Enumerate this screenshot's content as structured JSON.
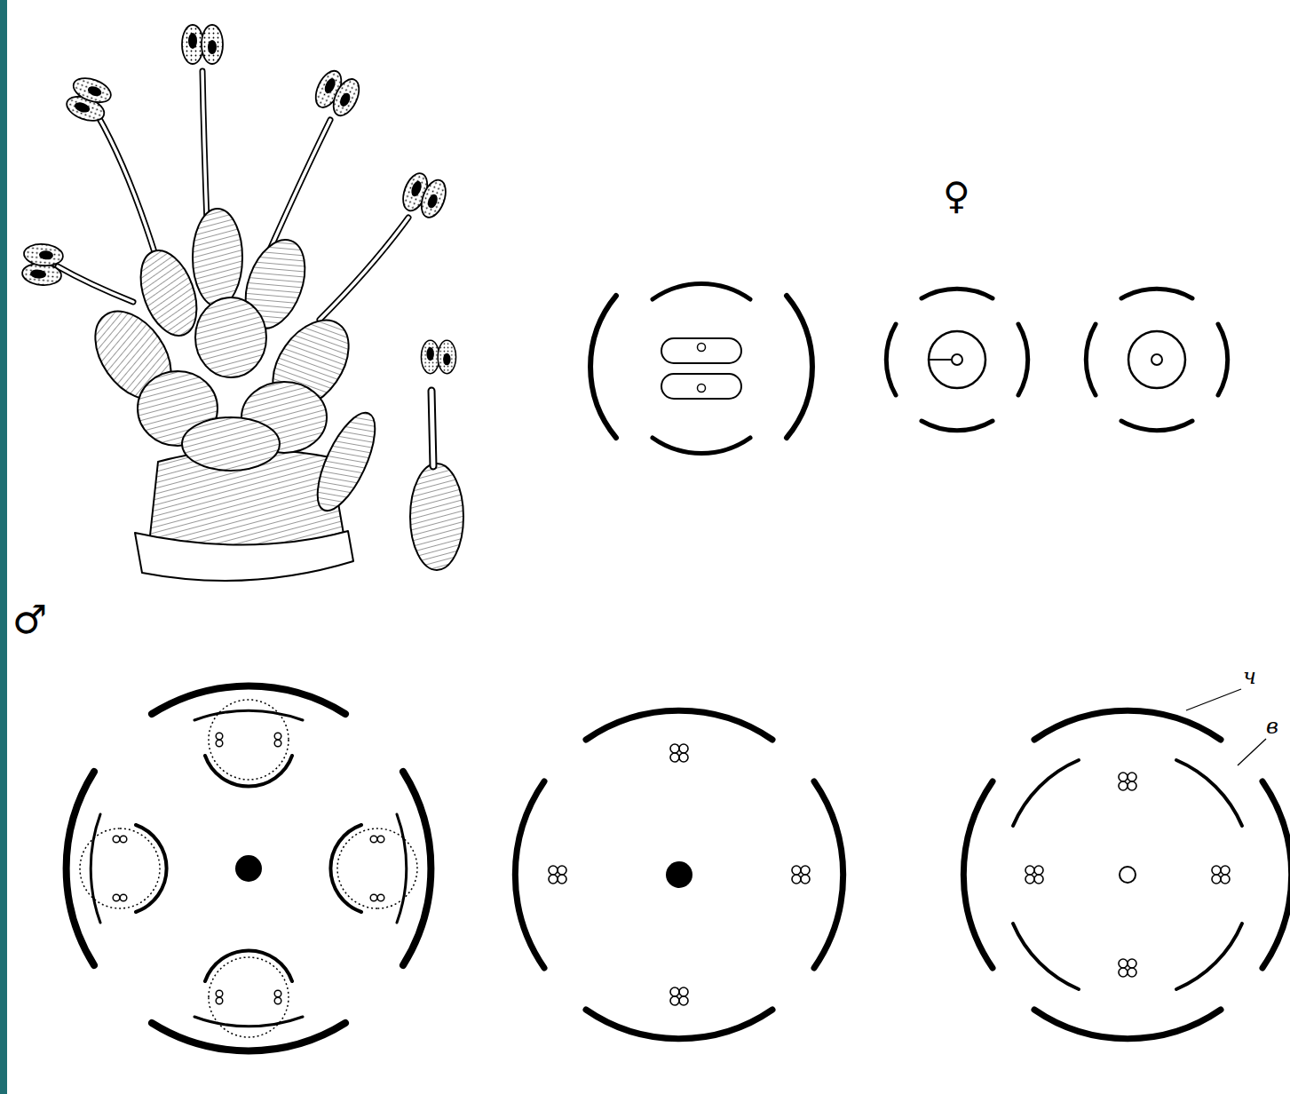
{
  "diagram": {
    "labels": [
      "♀",
      "♂",
      "ч",
      "в"
    ]
  }
}
